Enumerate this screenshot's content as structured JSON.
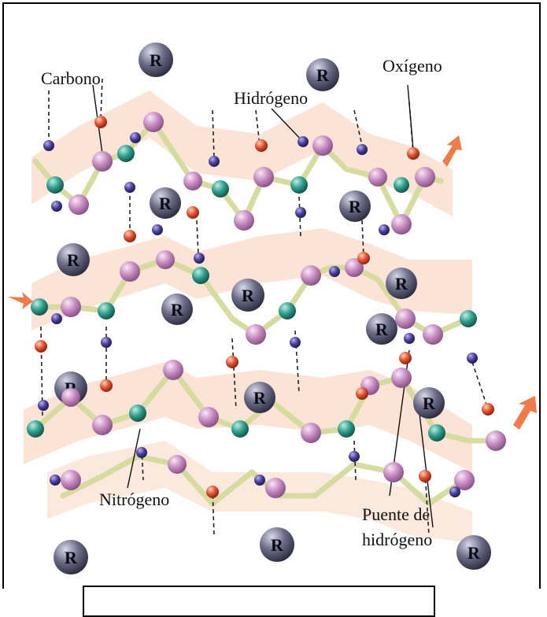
{
  "labels": {
    "carbono": "Carbono",
    "hidrogeno": "Hidrógeno",
    "oxigeno": "Oxígeno",
    "nitrogeno": "Nitrógeno",
    "puente_line1": "Puente de",
    "puente_line2": "hidrógeno"
  },
  "r_group": "R",
  "colors": {
    "carbon": "#c58ac0",
    "nitrogen": "#2f9c8a",
    "hydrogen": "#4a3f9a",
    "oxygen": "#e2502e",
    "r_group": "#4b4b66",
    "sheet": "#f6c5a6",
    "bond": "#d6dba0",
    "arrow": "#ef7a4a"
  }
}
